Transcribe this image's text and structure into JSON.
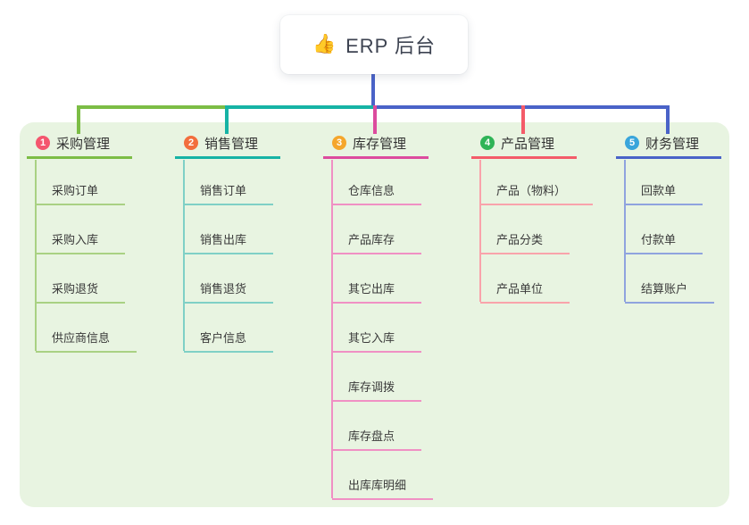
{
  "root": {
    "icon": "👍",
    "label": "ERP 后台"
  },
  "colors": {
    "background": "#FFFFFF",
    "panel_background": "#E8F4E1",
    "root_text": "#3D4351",
    "root_connector": "#4A63C8",
    "child_text": "#3A3A3A"
  },
  "branches": [
    {
      "badge": "1",
      "title": "采购管理",
      "badge_color": "#F4566E",
      "line_color": "#7CBD45",
      "line_light": "#A9D183",
      "children": [
        "采购订单",
        "采购入库",
        "采购退货",
        "供应商信息"
      ]
    },
    {
      "badge": "2",
      "title": "销售管理",
      "badge_color": "#F26E3D",
      "line_color": "#16B3A5",
      "line_light": "#7FD0C6",
      "children": [
        "销售订单",
        "销售出库",
        "销售退货",
        "客户信息"
      ]
    },
    {
      "badge": "3",
      "title": "库存管理",
      "badge_color": "#F5A62C",
      "line_color": "#DC4B9E",
      "line_light": "#F090C4",
      "children": [
        "仓库信息",
        "产品库存",
        "其它出库",
        "其它入库",
        "库存调拨",
        "库存盘点",
        "出库库明细"
      ]
    },
    {
      "badge": "4",
      "title": "产品管理",
      "badge_color": "#2FB457",
      "line_color": "#F45B69",
      "line_light": "#F9A3AB",
      "children": [
        "产品（物料）",
        "产品分类",
        "产品单位"
      ]
    },
    {
      "badge": "5",
      "title": "财务管理",
      "badge_color": "#39A5DB",
      "line_color": "#4A63C8",
      "line_light": "#8FA3DE",
      "children": [
        "回款单",
        "付款单",
        "结算账户"
      ]
    }
  ]
}
